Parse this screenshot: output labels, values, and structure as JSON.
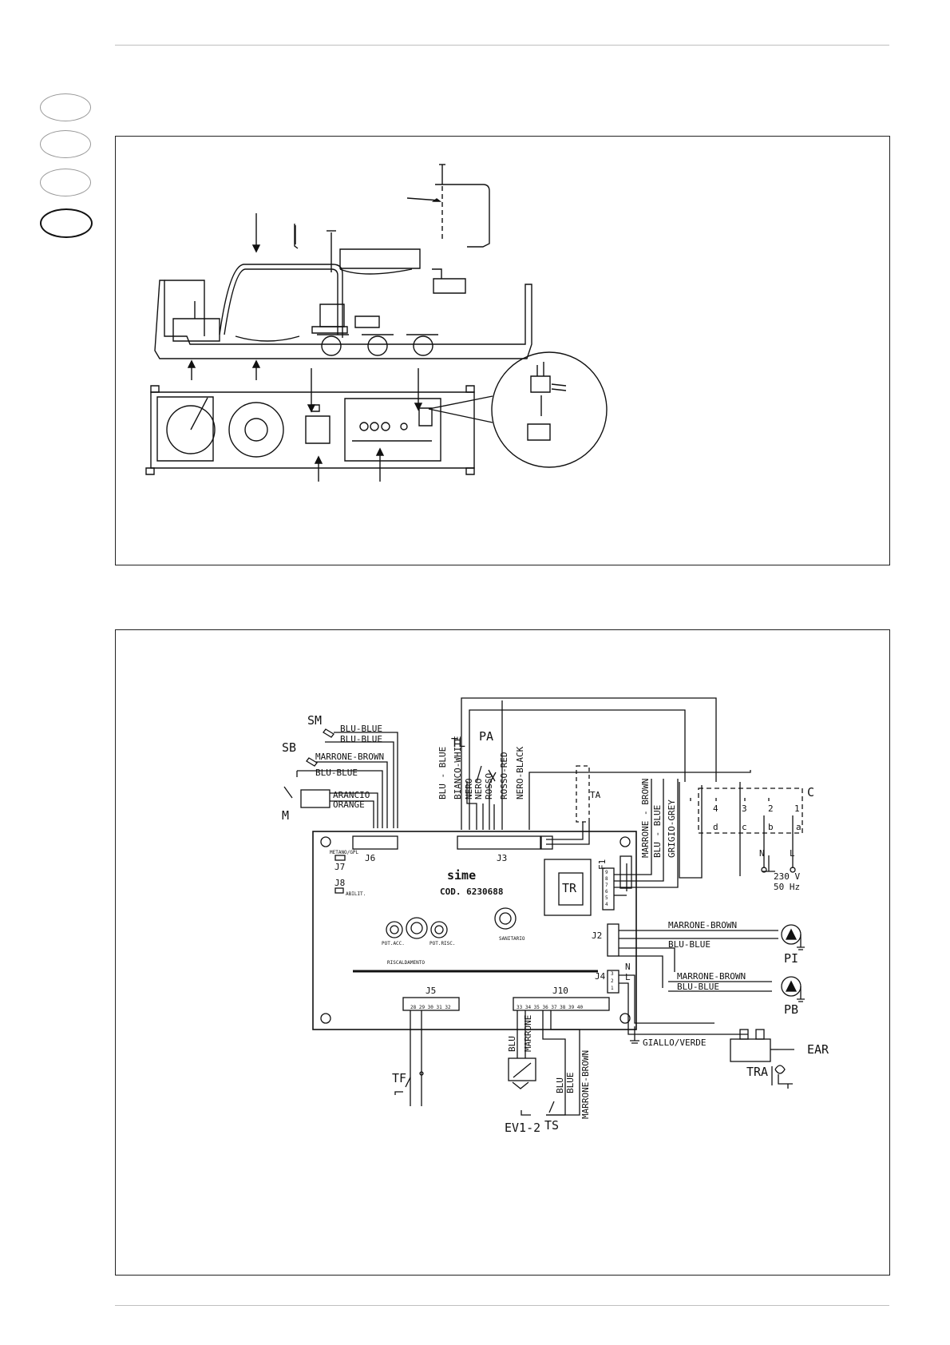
{
  "labels": {
    "brand": "sime",
    "code": "COD. 6230688",
    "tr": "TR",
    "sanitario": "SANITARIO",
    "riscaldamento": "RISCALDAMENTO",
    "pot_acc": "POT.ACC.",
    "pot_risc": "POT.RISC.",
    "metano_gpl": "METANO/GPL",
    "abilit": "ABILIT.",
    "conn_j6": "J6",
    "conn_j3": "J3",
    "conn_j7": "J7",
    "conn_j8": "J8",
    "conn_j5": "J5",
    "conn_j10": "J10",
    "conn_j2": "J2",
    "conn_j4": "J4",
    "fuse_f1": "F1",
    "comp_sm": "SM",
    "comp_sb": "SB",
    "comp_m": "M",
    "comp_tl": "TL",
    "comp_pa": "PA",
    "comp_ta": "TA",
    "comp_c": "C",
    "comp_pi": "PI",
    "comp_pb": "PB",
    "comp_tf": "TF",
    "comp_ev": "EV1-2",
    "comp_ts": "TS",
    "comp_tra": "TRA",
    "comp_ear": "EAR",
    "power_v": "230 V",
    "power_hz": "50 Hz",
    "line_n": "N",
    "line_l": "L",
    "w_blu_blue": "BLU-BLUE",
    "w_marrone_brown": "MARRONE-BROWN",
    "w_arancio": "ARANCIO",
    "w_orange": "ORANGE",
    "w_blu_blue_sp": "BLU - BLUE",
    "w_bianco_white": "BIANCO-WHITE",
    "w_nero": "NERO",
    "w_rosso": "ROSSO",
    "w_rosso_red": "ROSSO-RED",
    "w_nero_black": "NERO-BLACK",
    "w_marrone_brown_sp": "MARRONE - BROWN",
    "w_grigio_grey": "GRIGIO-GREY",
    "w_giallo_verde": "GIALLO/VERDE",
    "w_blu": "BLU",
    "w_marrone": "MARRONE",
    "w_blue": "BLUE",
    "sw_4": "4",
    "sw_3": "3",
    "sw_2": "2",
    "sw_1": "1",
    "sw_d": "d",
    "sw_c": "c",
    "sw_b": "b",
    "sw_a": "a",
    "j5_pins": "28  29  30     31   32",
    "j10_pins": "33 34 35  36 37 38 39     40",
    "j2_pins": [
      "9",
      "8",
      "7",
      "6",
      "5",
      "4"
    ],
    "j4_pins": [
      "3",
      "2",
      "1"
    ]
  }
}
